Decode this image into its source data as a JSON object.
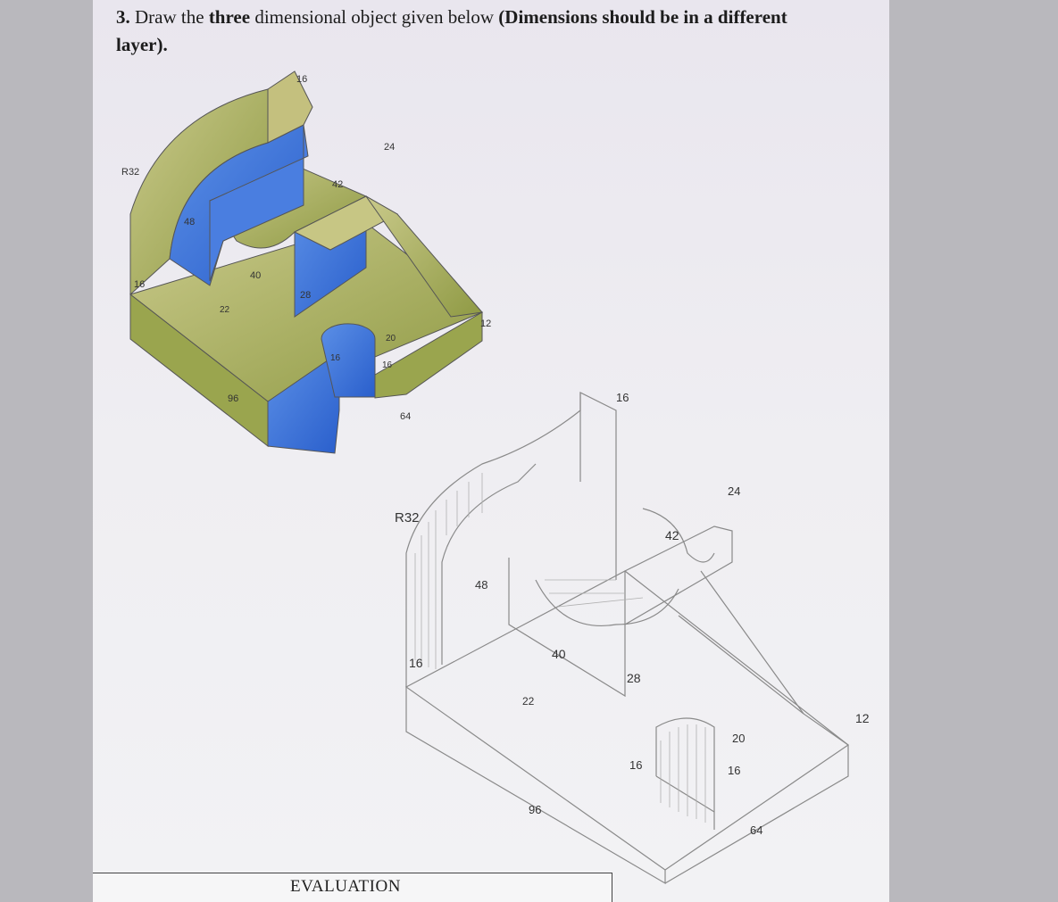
{
  "question": {
    "number": "3.",
    "part1": "Draw the",
    "bold1": "three",
    "part2": "dimensional object given below",
    "bold2": "(Dimensions should be in a different layer)."
  },
  "figure_shaded": {
    "dims": {
      "r32": "R32",
      "d48": "48",
      "d16": "16",
      "d40": "40",
      "d28": "28",
      "d42": "42",
      "d24": "24",
      "d16top": "16",
      "d96": "96",
      "d64": "64",
      "d12": "12",
      "d20": "20",
      "d16a": "16",
      "d16b": "16",
      "d22": "22"
    }
  },
  "figure_wire": {
    "dims": {
      "r32": "R32",
      "d48": "48",
      "d16": "16",
      "d40": "40",
      "d28": "28",
      "d42": "42",
      "d24": "24",
      "d16top": "16",
      "d96": "96",
      "d64": "64",
      "d12": "12",
      "d20": "20",
      "d16a": "16",
      "d16b": "16",
      "d22": "22"
    }
  },
  "evaluation": {
    "label": "EVALUATION"
  },
  "colors": {
    "face_olive": "#a8ad62",
    "face_blue": "#3a6fd8",
    "wire": "#8a8a8a"
  }
}
